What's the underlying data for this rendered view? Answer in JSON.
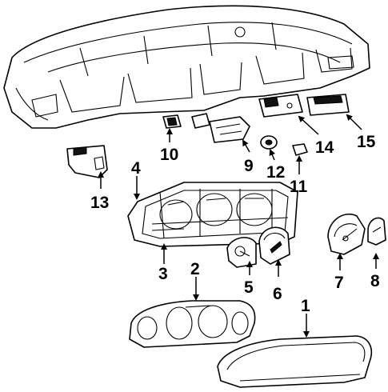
{
  "diagram": {
    "parts": [
      {
        "id": "p1",
        "label": "1"
      },
      {
        "id": "p2",
        "label": "2"
      },
      {
        "id": "p3",
        "label": "3"
      },
      {
        "id": "p4",
        "label": "4"
      },
      {
        "id": "p5",
        "label": "5"
      },
      {
        "id": "p6",
        "label": "6"
      },
      {
        "id": "p7",
        "label": "7"
      },
      {
        "id": "p8",
        "label": "8"
      },
      {
        "id": "p9",
        "label": "9"
      },
      {
        "id": "p10",
        "label": "10"
      },
      {
        "id": "p11",
        "label": "11"
      },
      {
        "id": "p12",
        "label": "12"
      },
      {
        "id": "p13",
        "label": "13"
      },
      {
        "id": "p14",
        "label": "14"
      },
      {
        "id": "p15",
        "label": "15"
      }
    ]
  }
}
